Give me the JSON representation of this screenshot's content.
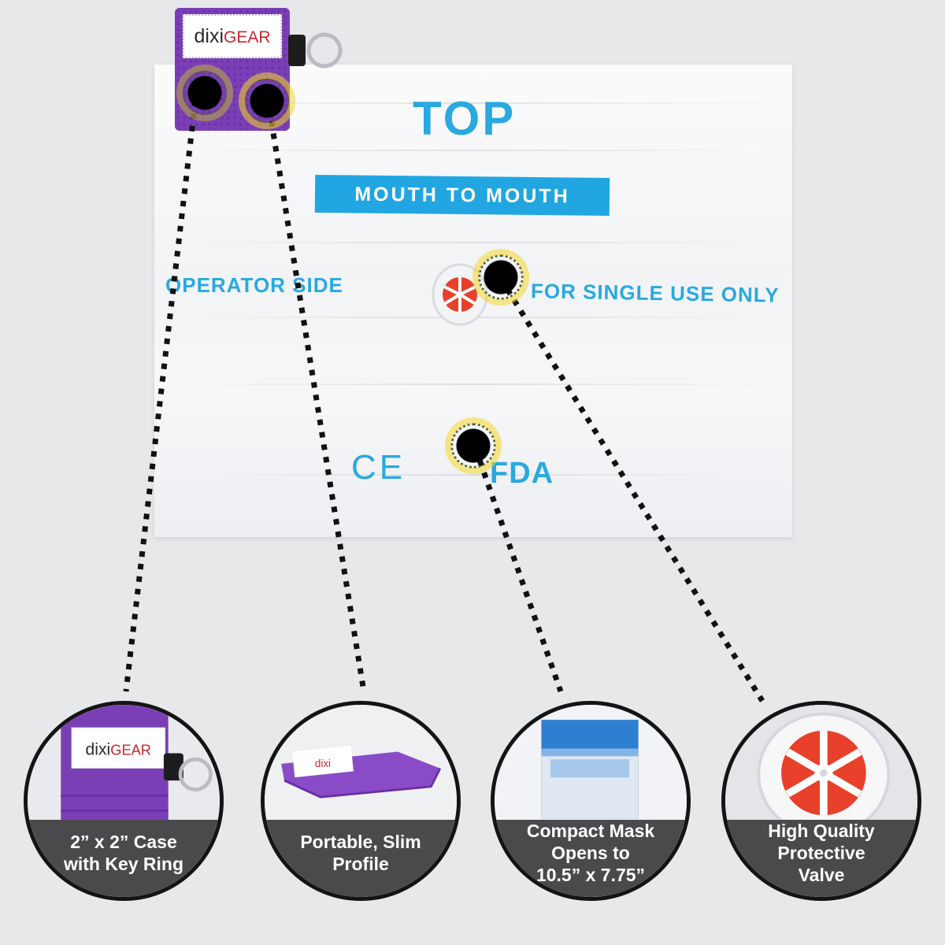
{
  "sheet": {
    "title": "TOP",
    "banner": "MOUTH TO MOUTH",
    "operator_label": "OPERATOR SIDE",
    "single_use_label": "FOR SINGLE USE ONLY",
    "ce_mark": "CE",
    "fda_mark": "FDA"
  },
  "brand": {
    "part1": "dixi",
    "part2": "GEAR"
  },
  "colors": {
    "print_blue": "#29a9df",
    "pouch_purple": "#7b3fb5",
    "valve_red": "#e8402a",
    "caption_gray": "#4a4a4c",
    "highlight_yellow": "#f4d72b"
  },
  "callouts": [
    {
      "icon": "keychain-pouch-icon",
      "lines": [
        "2” x 2” Case",
        "with Key Ring"
      ]
    },
    {
      "icon": "slim-pouch-icon",
      "lines": [
        "Portable, Slim",
        "Profile"
      ]
    },
    {
      "icon": "folded-mask-icon",
      "lines": [
        "Compact Mask",
        "Opens to",
        "10.5” x 7.75”"
      ]
    },
    {
      "icon": "one-way-valve-icon",
      "lines": [
        "High Quality",
        "Protective",
        "Valve"
      ]
    }
  ]
}
